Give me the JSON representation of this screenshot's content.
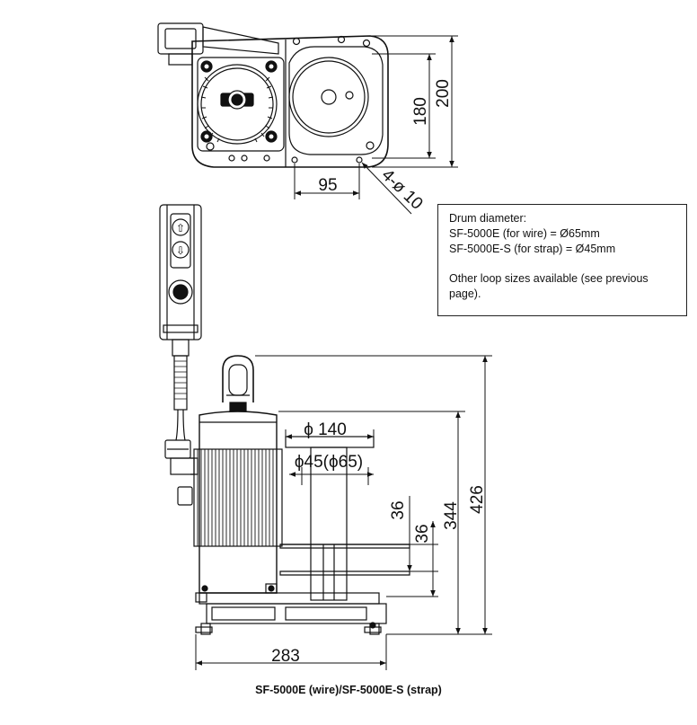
{
  "dimensions": {
    "top_height_inner": "180",
    "top_height_outer": "200",
    "top_width": "95",
    "top_holes": "4-ø 10",
    "drum_flange_diameter": "ϕ 140",
    "drum_diameter": "ϕ45(ϕ65)",
    "upper_spacing": "36",
    "lower_spacing": "36",
    "body_height": "344",
    "overall_height": "426",
    "overall_length": "283"
  },
  "note": {
    "line1": "Drum diameter:",
    "line2": "SF-5000E (for wire) = Ø65mm",
    "line3": "SF-5000E-S (for strap) = Ø45mm",
    "line4": "Other loop sizes available (see previous",
    "line5": "page)."
  },
  "caption": "SF-5000E (wire)/SF-5000E-S (strap)",
  "pendant_buttons": {
    "up": "⇧",
    "down": "⇩"
  }
}
